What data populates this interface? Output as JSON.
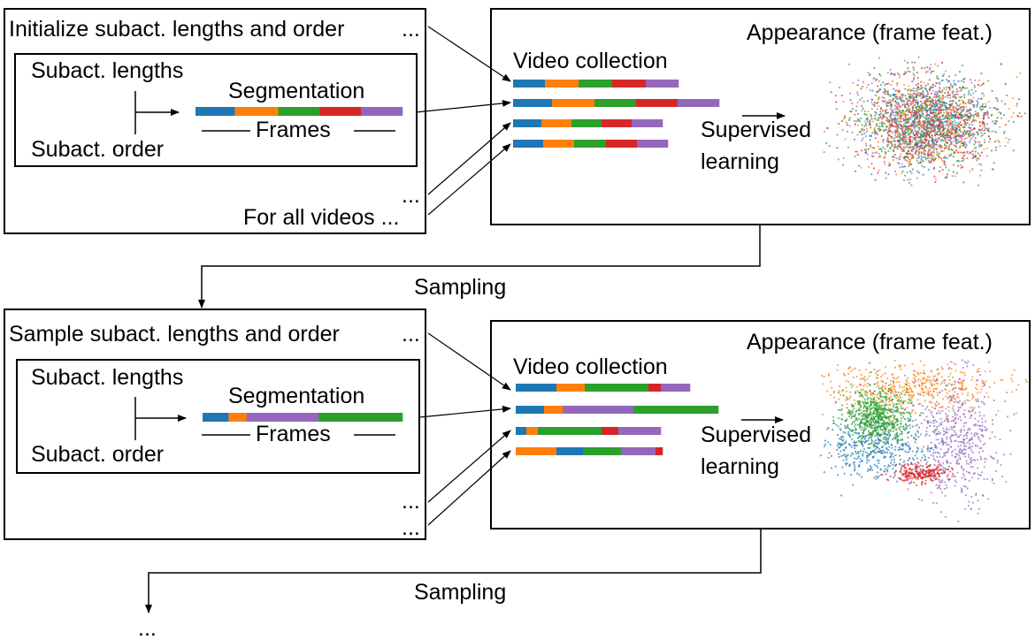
{
  "colors": {
    "blue": "#1f77b4",
    "orange": "#ff7f0e",
    "green": "#2ca02c",
    "red": "#d62728",
    "purple": "#9467bd"
  },
  "icons": [
    "arrow-right-icon",
    "arrow-down-icon"
  ],
  "stage1": {
    "title": "Initialize subact. lengths and order",
    "ellipsis": "...",
    "inner": {
      "lengths_label": "Subact. lengths",
      "order_label": "Subact. order",
      "segmentation_label": "Segmentation",
      "frames_label": "Frames",
      "segments": [
        {
          "color": "blue",
          "fraction": 0.19
        },
        {
          "color": "orange",
          "fraction": 0.21
        },
        {
          "color": "green",
          "fraction": 0.2
        },
        {
          "color": "red",
          "fraction": 0.2
        },
        {
          "color": "purple",
          "fraction": 0.2
        }
      ]
    },
    "more_ellipsis": "...",
    "for_all_videos": "For all videos ...",
    "collection": {
      "title": "Video collection",
      "videos": [
        [
          {
            "color": "blue",
            "length": 36
          },
          {
            "color": "orange",
            "length": 38
          },
          {
            "color": "green",
            "length": 38
          },
          {
            "color": "red",
            "length": 38
          },
          {
            "color": "purple",
            "length": 37
          }
        ],
        [
          {
            "color": "blue",
            "length": 44
          },
          {
            "color": "orange",
            "length": 48
          },
          {
            "color": "green",
            "length": 47
          },
          {
            "color": "red",
            "length": 47
          },
          {
            "color": "purple",
            "length": 47
          }
        ],
        [
          {
            "color": "blue",
            "length": 32
          },
          {
            "color": "orange",
            "length": 34
          },
          {
            "color": "green",
            "length": 34
          },
          {
            "color": "red",
            "length": 34
          },
          {
            "color": "purple",
            "length": 35
          }
        ],
        [
          {
            "color": "blue",
            "length": 34
          },
          {
            "color": "orange",
            "length": 35
          },
          {
            "color": "green",
            "length": 36
          },
          {
            "color": "red",
            "length": 35
          },
          {
            "color": "purple",
            "length": 35
          }
        ]
      ],
      "learning_label_line1": "Supervised",
      "learning_label_line2": "learning",
      "appearance_label": "Appearance (frame feat.)",
      "scatter": {
        "type": "mixed"
      }
    }
  },
  "sampling_label": "Sampling",
  "stage2": {
    "title": "Sample subact. lengths and order",
    "ellipsis": "...",
    "inner": {
      "lengths_label": "Subact. lengths",
      "order_label": "Subact. order",
      "segmentation_label": "Segmentation",
      "frames_label": "Frames",
      "segments": [
        {
          "color": "blue",
          "fraction": 0.13
        },
        {
          "color": "orange",
          "fraction": 0.09
        },
        {
          "color": "purple",
          "fraction": 0.36
        },
        {
          "color": "green",
          "fraction": 0.42
        }
      ]
    },
    "more_ellipsis_1": "...",
    "more_ellipsis_2": "...",
    "collection": {
      "title": "Video collection",
      "videos": [
        [
          {
            "color": "blue",
            "length": 46
          },
          {
            "color": "orange",
            "length": 32
          },
          {
            "color": "green",
            "length": 72
          },
          {
            "color": "red",
            "length": 14
          },
          {
            "color": "purple",
            "length": 33
          }
        ],
        [
          {
            "color": "blue",
            "length": 32
          },
          {
            "color": "orange",
            "length": 21
          },
          {
            "color": "purple",
            "length": 80
          },
          {
            "color": "green",
            "length": 96
          }
        ],
        [
          {
            "color": "blue",
            "length": 12
          },
          {
            "color": "orange",
            "length": 13
          },
          {
            "color": "green",
            "length": 72
          },
          {
            "color": "red",
            "length": 19
          },
          {
            "color": "purple",
            "length": 48
          }
        ],
        [
          {
            "color": "orange",
            "length": 46
          },
          {
            "color": "blue",
            "length": 30
          },
          {
            "color": "green",
            "length": 43
          },
          {
            "color": "purple",
            "length": 39
          },
          {
            "color": "red",
            "length": 8
          }
        ]
      ],
      "learning_label_line1": "Supervised",
      "learning_label_line2": "learning",
      "appearance_label": "Appearance (frame feat.)",
      "scatter": {
        "type": "clustered"
      }
    }
  },
  "final_ellipsis": "..."
}
